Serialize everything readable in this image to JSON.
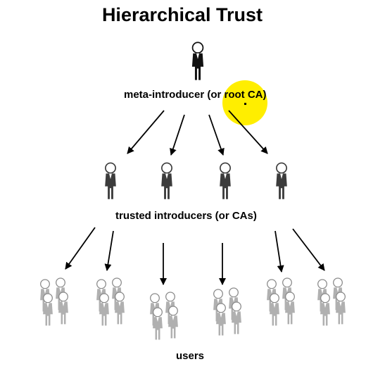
{
  "title": "Hierarchical Trust",
  "labels": {
    "root": "meta-introducer (or root CA)",
    "middle": "trusted introducers (or CAs)",
    "leaf": "users"
  },
  "colors": {
    "root_figure": "#111111",
    "middle_figure": "#3c3c3c",
    "user_figure": "#b0b0b0",
    "highlight": "#ffee00",
    "arrow": "#000000"
  },
  "icons": {
    "root": "person-icon",
    "middle": "person-icon",
    "users": "person-icon"
  }
}
